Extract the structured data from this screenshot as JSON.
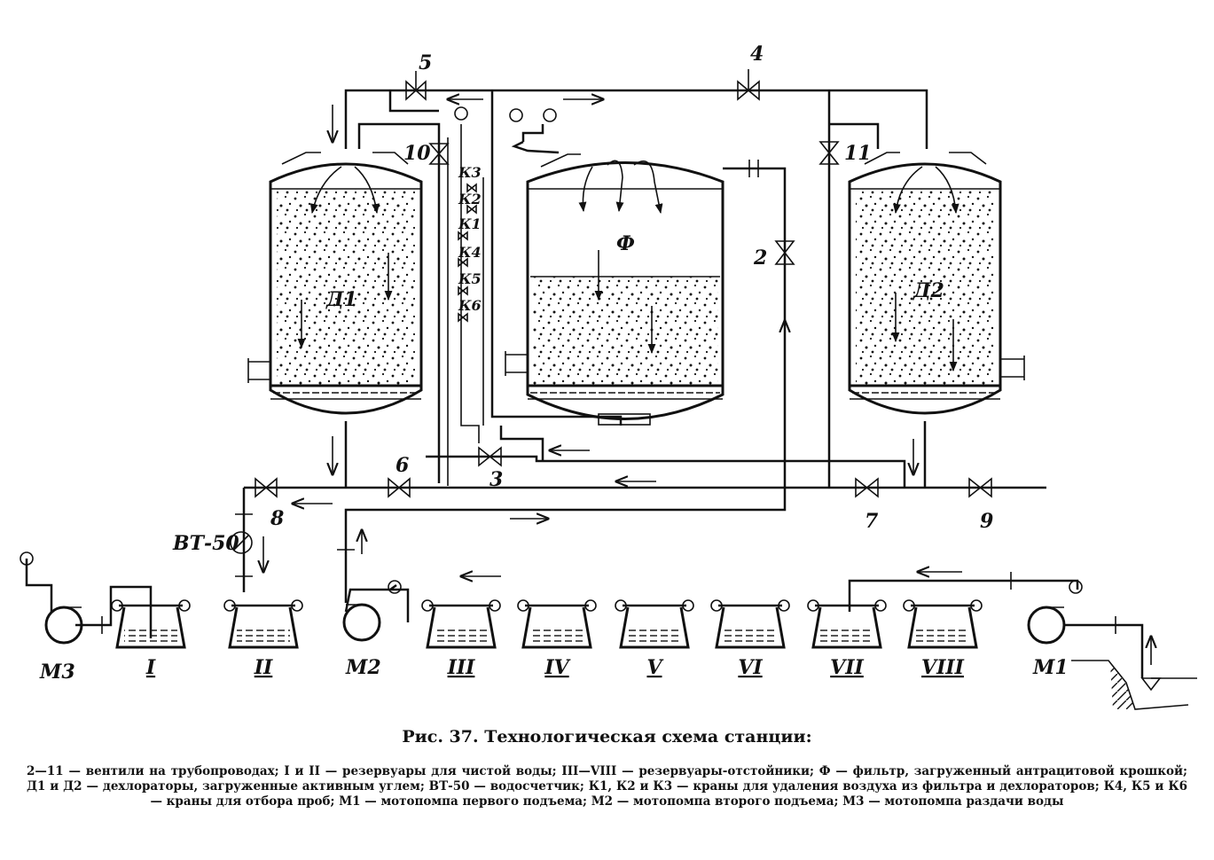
{
  "labels": {
    "valve_2": "2",
    "valve_3": "3",
    "valve_4": "4",
    "valve_5": "5",
    "valve_6": "6",
    "valve_7": "7",
    "valve_8": "8",
    "valve_9": "9",
    "valve_10": "10",
    "valve_11": "11",
    "cock_k3": "К3",
    "cock_k2": "К2",
    "cock_k1": "К1",
    "cock_k4": "К4",
    "cock_k5": "К5",
    "cock_k6": "К6",
    "filter": "Ф",
    "dechlorator_1": "Д1",
    "dechlorator_2": "Д2",
    "meter": "ВТ-50",
    "pump_m1": "М1",
    "pump_m2": "М2",
    "pump_m3": "М3",
    "tank_1": "I",
    "tank_2": "II",
    "tank_3": "III",
    "tank_4": "IV",
    "tank_5": "V",
    "tank_6": "VI",
    "tank_7": "VII",
    "tank_8": "VIII"
  },
  "caption": {
    "title": "Рис. 37. Технологическая схема станции:",
    "text": "2—11 — вентили на трубопроводах; I и II — резервуары для чистой воды; III—VIII — резервуары-отстойники; Ф — фильтр, загруженный антрацитовой крошкой; Д1 и Д2 — дехлораторы, загруженные активным углем; ВТ-50 — водосчетчик; К1, К2 и К3 — краны для удаления воздуха из фильтра и дехлораторов; К4, К5 и К6 — краны для отбора проб; М1 — мотопомпа первого подъема; М2 — мотопомпа второго подъема; М3 — мотопомпа раздачи воды"
  }
}
